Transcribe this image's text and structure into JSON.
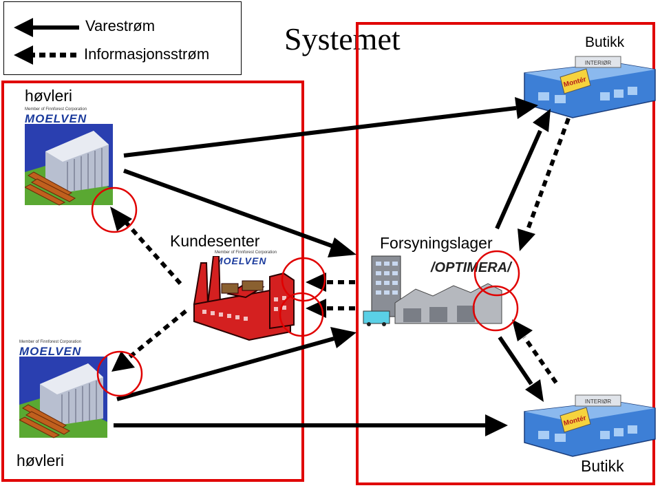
{
  "legend": {
    "items": [
      {
        "label": "Varestrøm",
        "style": "solid"
      },
      {
        "label": "Informasjonsstrøm",
        "style": "dashed"
      }
    ]
  },
  "title": "Systemet",
  "nodes": {
    "hovleri_top": {
      "label": "høvleri",
      "brand": "MOELVEN",
      "tagline": "Member of Finnforest Corporation"
    },
    "hovleri_bottom": {
      "label": "høvleri",
      "brand": "MOELVEN",
      "tagline": "Member of Finnforest Corporation"
    },
    "kundesenter": {
      "label": "Kundesenter",
      "brand": "MOELVEN",
      "tagline": "Member of Finnforest Corporation"
    },
    "forsyningslager": {
      "label": "Forsyningslager",
      "brand": "/OPTIMERA/"
    },
    "butikk_top": {
      "label": "Butikk",
      "sign": "Montér",
      "roof_text": "INTERIØR"
    },
    "butikk_bottom": {
      "label": "Butikk",
      "sign": "Montér",
      "roof_text": "INTERIØR"
    }
  },
  "colors": {
    "frame": "#e00000",
    "arrow": "#000000",
    "store": "#3d7fd6",
    "factory": "#d42020",
    "plant": "#2a3fb0",
    "moelven": "#1a3a9c",
    "optimera": "#c0392b"
  }
}
